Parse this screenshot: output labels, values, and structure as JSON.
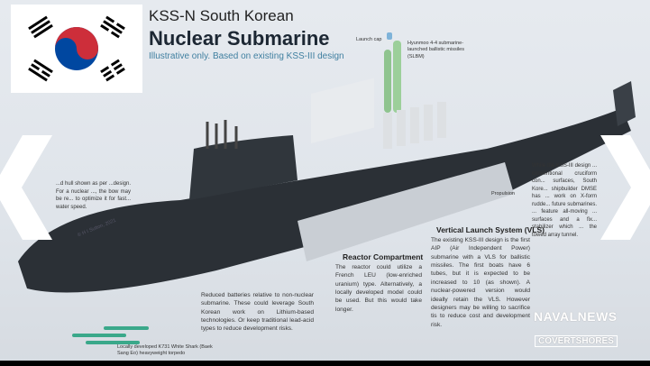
{
  "header": {
    "title_line1": "KSS-N South Korean",
    "title_line2": "Nuclear Submarine",
    "subtitle": "Illustrative only. Based on existing KSS-III design"
  },
  "labels": {
    "launch_cap": "Launch cap",
    "slbm": "Hyunmoo 4-4 submarine-launched ballistic missiles (SLBM)",
    "propulsion": "Propulsion",
    "copyright": "© H I Sutton, 2021",
    "torpedo": "Locally developed K731 White Shark (Baek Sang Eo) heavyweight torpedo"
  },
  "notes": {
    "hull": "...d hull shown as per ...design. For a nuclear ..., the bow may be re... to optimize it for fast... water speed.",
    "batteries": "Reduced batteries relative to non-nuclear submarine. These could leverage South Korean work on Lithium-based technologies. Or keep traditional lead-acid types to reduce development risks.",
    "reactor_title": "Reactor Compartment",
    "reactor": "The reactor could utilize a French LEU (low-enriched uranium) type. Alternatively, a locally developed model could be used. But this would take longer.",
    "vls_title": "Vertical Launch System (VLS)",
    "vls": "The existing KSS-III design is the first AIP (Air Independent Power) submarine with a VLS for ballistic missiles. The first boats have 6 tubes, but it is expected to be increased to 10 (as shown). A nuclear-powered version would ideally retain the VLS. However designers may be willing to sacrifice tis to reduce cost and development risk.",
    "rudder": "While the KSS-III design ... conventional cruciform con... surfaces, South Kore... shipbuilder DMSE has ... work on X-form rudde... future submarines. ... feature all-moving ... surfaces and a fix... stabilizer which ... the towed array tunnel."
  },
  "logos": {
    "navalnews": "NAVALNEWS",
    "covertshores": "COVERTSHORES"
  },
  "colors": {
    "flag_red": "#cd2e3a",
    "flag_blue": "#0047a0",
    "title_blue": "#3f7fa0",
    "hull": "#2b3036"
  }
}
